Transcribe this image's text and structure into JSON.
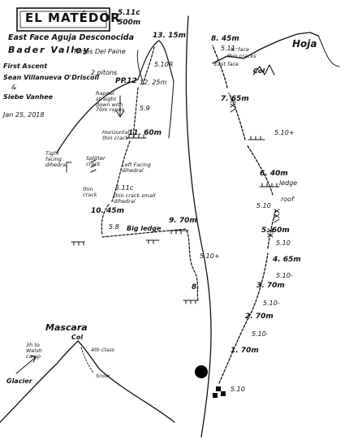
{
  "title": "EL MATÉDOR",
  "grade": "5.11c",
  "length": "500m",
  "subtitle": "East Face Aguja Desconocida",
  "valley": "Bader Valley",
  "park": "Torres Del Paine",
  "ascent": {
    "label": "First Ascent",
    "climber1": "Sean Villanueva O'Driscoll",
    "and": "&",
    "climber2": "Siebe Vanhee",
    "date": "Jan 25, 2018"
  },
  "features": {
    "hoja": "Hoja",
    "mascara": "Mascara",
    "col_top": "Col",
    "col_bottom": "Col",
    "east_face": "East face",
    "n_face": "N. face",
    "thin_cracks": "thin cracks",
    "glacier": "Glacier",
    "welsh_camp": "3h to Welsh camp",
    "fourth_class": "4th class",
    "snow": "Snow"
  },
  "notes": {
    "two_pitons": "2 pitons",
    "pp": "PP.12",
    "rappel": "Rappel straight down with 70m ropes",
    "horizontal": "Horizontal thin crack",
    "tight_dihedral": "Tight facing dihedral",
    "splitter": "Splitter crack",
    "left_dihedral": "Left Facing dihedral",
    "thin_crack": "thin crack",
    "thin_small": "thin crack small dihedral",
    "big_ledge": "Big ledge",
    "ledge": "ledge",
    "roof": "roof"
  },
  "pitches": [
    {
      "label": "1. 70m",
      "grade": "5.10"
    },
    {
      "label": "2. 70m",
      "grade": "5.10-"
    },
    {
      "label": "3. 70m",
      "grade": "5.10-"
    },
    {
      "label": "4. 65m",
      "grade": "5.10-"
    },
    {
      "label": "5. 60m",
      "grade": "5.10"
    },
    {
      "label": "6. 40m",
      "grade": "5.10"
    },
    {
      "label": "7. 65m",
      "grade": "5.10+"
    },
    {
      "label": "8. 45m",
      "grade": "5.11-"
    },
    {
      "label": "9. 70m",
      "grade": "5.10+"
    },
    {
      "label": "10. 45m",
      "grade": "5.11c"
    },
    {
      "label": "11. 60m",
      "grade": "5.9"
    },
    {
      "label": "12. 25m",
      "grade": ""
    },
    {
      "label": "13. 15m",
      "grade": "5.10R"
    }
  ],
  "pitch_8_alt": "8."
}
